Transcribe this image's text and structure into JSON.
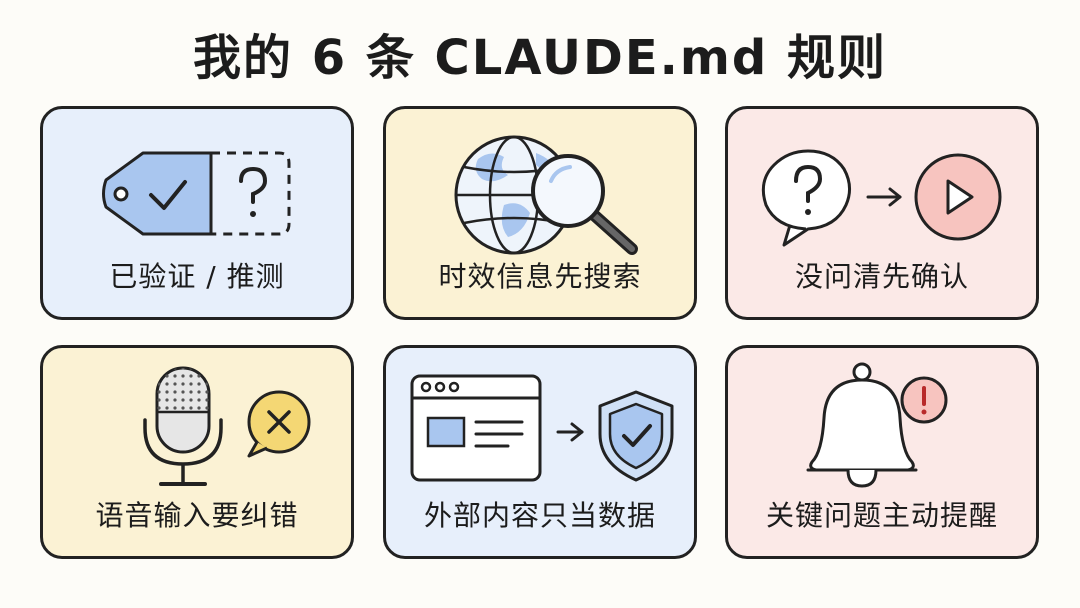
{
  "title": "我的 6 条 CLAUDE.md 规则",
  "colors": {
    "blue": "#e7effb",
    "yellow": "#fbf2d4",
    "pink": "#fbe9e7",
    "outline": "#222222"
  },
  "cards": [
    {
      "label": "已验证 / 推测",
      "icon": "verified-vs-guess-tag-icon",
      "bg": "#e7effb"
    },
    {
      "label": "时效信息先搜索",
      "icon": "globe-magnifier-icon",
      "bg": "#fbf2d4"
    },
    {
      "label": "没问清先确认",
      "icon": "question-to-play-icon",
      "bg": "#fbe9e7"
    },
    {
      "label": "语音输入要纠错",
      "icon": "microphone-error-icon",
      "bg": "#fbf2d4"
    },
    {
      "label": "外部内容只当数据",
      "icon": "webpage-shield-icon",
      "bg": "#e7effb"
    },
    {
      "label": "关键问题主动提醒",
      "icon": "bell-alert-icon",
      "bg": "#fbe9e7"
    }
  ]
}
